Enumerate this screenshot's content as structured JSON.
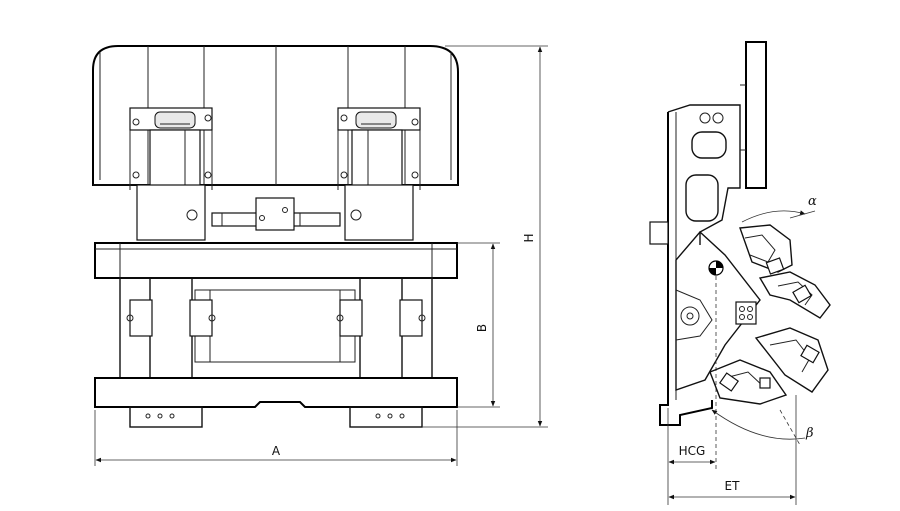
{
  "front_view": {
    "dimension_labels": {
      "width": "A",
      "height_lower": "B",
      "height_total": "H"
    }
  },
  "side_view": {
    "dimension_labels": {
      "center_of_gravity": "HCG",
      "effective_thickness": "ET",
      "upper_angle": "α",
      "lower_angle": "β"
    }
  },
  "colors": {
    "line": "#111111",
    "background": "#ffffff"
  }
}
